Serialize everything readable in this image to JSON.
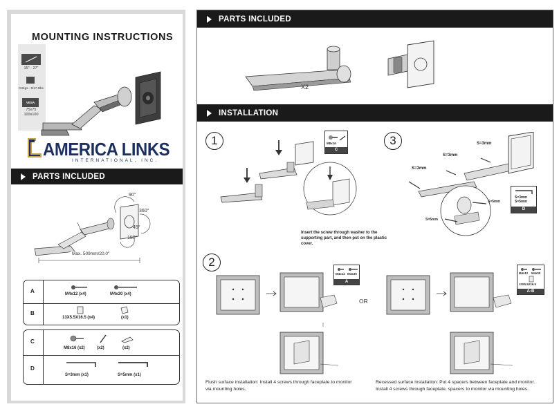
{
  "title": "MOUNTING INSTRUCTIONS",
  "specs": {
    "screen_size": "15\" - 27\"",
    "weight_range": "0.8kgs - 9/17.6lbs",
    "vesa_badge": "VESA",
    "vesa_sizes": [
      "75x75",
      "100x100"
    ]
  },
  "logo": {
    "name": "AMERICA LINKS",
    "sub": "INTERNATIONAL, INC."
  },
  "left_parts_heading": "PARTS INCLUDED",
  "rotation_labels": {
    "deg90": "90°",
    "deg360": "360°",
    "deg45": "45°",
    "deg180": "180°"
  },
  "max_length": "Max. 509mm/20.0\"",
  "parts_table": {
    "group1": [
      {
        "letter": "A",
        "items": [
          {
            "label": "M4x12 (x4)"
          },
          {
            "label": "M4x30 (x4)"
          }
        ]
      },
      {
        "letter": "B",
        "items": [
          {
            "label": "13X5.5X16.5 (x4)"
          },
          {
            "label": "(x1)"
          }
        ]
      }
    ],
    "group2": [
      {
        "letter": "C",
        "items": [
          {
            "label": "M8x16 (x2)"
          },
          {
            "label": "(x2)"
          },
          {
            "label": "(x2)"
          }
        ]
      },
      {
        "letter": "D",
        "items": [
          {
            "label": "S=3mm (x1)"
          },
          {
            "label": "S=5mm (x1)"
          }
        ]
      }
    ]
  },
  "right_parts_heading": "PARTS INCLUDED",
  "arm_quantity": "X2",
  "installation_heading": "INSTALLATION",
  "steps": {
    "one": "1",
    "two": "2",
    "three": "3"
  },
  "step1": {
    "instruction": "Insert the screw through washer to the supporting part, and then put on the plastic cover.",
    "card_label": "C",
    "card_item": "M8x16"
  },
  "step3": {
    "label_s3a": "S=3mm",
    "label_s3b": "S=3mm",
    "label_s3c": "S=3mm",
    "label_s5a": "S=5mm",
    "label_s5b": "S=5mm",
    "card_lines": [
      "S=3mm",
      "S=5mm"
    ],
    "card_label": "D"
  },
  "step2": {
    "or_text": "OR",
    "card_a": {
      "items": [
        "M4x12",
        "M4x30"
      ],
      "label": "A"
    },
    "card_ab": {
      "items": [
        "M4x12",
        "M4x30",
        "13X5.5X16.5"
      ],
      "label": "A-B"
    },
    "flush_note": "Flush surface installation: Install 4 screws through faceplate to monitor via mounting holes.",
    "recessed_note": "Recessed surface installation: Put 4 spacers between faceplate and monitor. Install 4 screws through faceplate, spacers to monitor via mounting holes."
  }
}
